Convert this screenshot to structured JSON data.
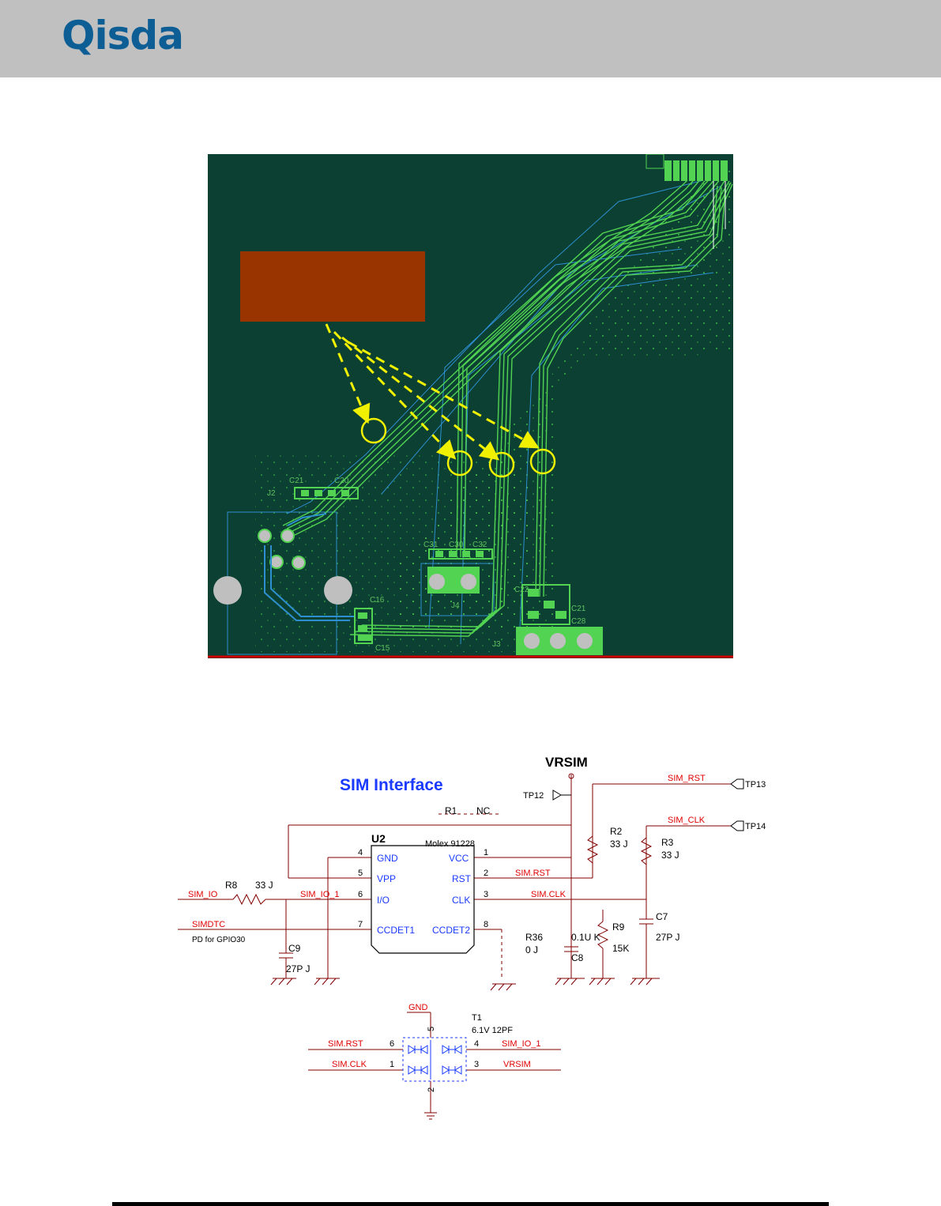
{
  "header": {
    "logo_text": "Qisda"
  },
  "pcb": {
    "component_labels": [
      "C21",
      "C20",
      "J2",
      "C31",
      "C30",
      "C32",
      "J4",
      "C22",
      "C21",
      "C28",
      "C16",
      "C15",
      "J3"
    ],
    "colors": {
      "board": "#0b4032",
      "trace": "#52d452",
      "outline": "#2e8fd0",
      "callout_box": "#993300",
      "arrows": "#f0f000"
    }
  },
  "schematic": {
    "title": "SIM Interface",
    "power_label": "VRSIM",
    "u2": {
      "ref": "U2",
      "part": "Molex 91228",
      "pins_left": [
        {
          "num": "4",
          "name": "GND"
        },
        {
          "num": "5",
          "name": "VPP"
        },
        {
          "num": "6",
          "name": "I/O"
        },
        {
          "num": "7",
          "name": "CCDET1"
        }
      ],
      "pins_right": [
        {
          "num": "1",
          "name": "VCC"
        },
        {
          "num": "2",
          "name": "RST"
        },
        {
          "num": "3",
          "name": "CLK"
        },
        {
          "num": "8",
          "name": "CCDET2"
        }
      ]
    },
    "testpoints": [
      "TP12",
      "TP13",
      "TP14"
    ],
    "r1": {
      "ref": "R1",
      "value": "NC"
    },
    "r2": {
      "ref": "R2",
      "value": "33 J"
    },
    "r3": {
      "ref": "R3",
      "value": "33 J"
    },
    "r8": {
      "ref": "R8",
      "value": "33 J"
    },
    "r9": {
      "ref": "R9",
      "value": "15K"
    },
    "r36": {
      "ref": "R36",
      "value": "0 J"
    },
    "c7": {
      "ref": "C7",
      "value": "27P J"
    },
    "c8": {
      "ref": "C8",
      "value": "0.1U K"
    },
    "c9": {
      "ref": "C9",
      "value": "27P J"
    },
    "nets": {
      "sim_rst_tp": "SIM_RST",
      "sim_clk_tp": "SIM_CLK",
      "sim_rst": "SIM.RST",
      "sim_clk": "SIM.CLK",
      "sim_io": "SIM_IO",
      "sim_io_1": "SIM_IO_1",
      "simdtc": "SIMDTC",
      "pd_note": "PD for GPIO30",
      "gnd": "GND"
    },
    "t1": {
      "ref": "T1",
      "value": "6.1V 12PF",
      "pins": [
        "5",
        "6",
        "4",
        "1",
        "3",
        "2"
      ]
    }
  }
}
